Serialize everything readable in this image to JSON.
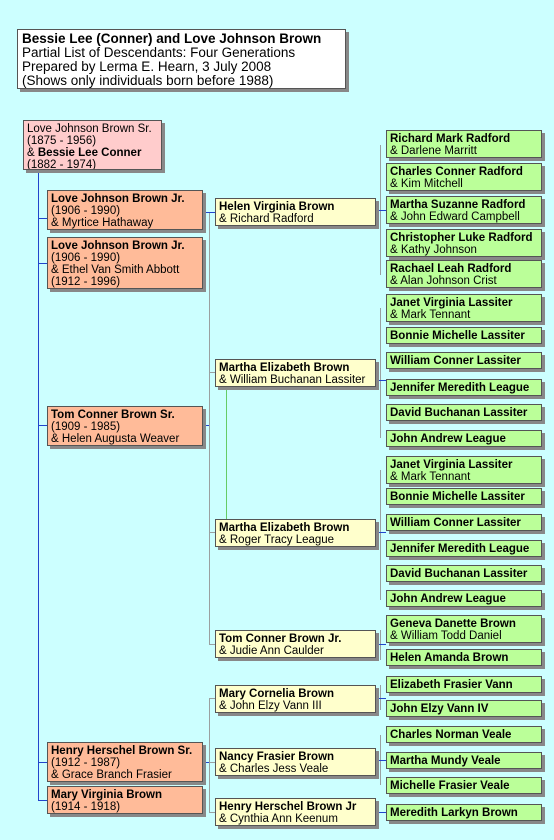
{
  "header": {
    "title": "Bessie Lee (Conner) and Love Johnson Brown",
    "line1": "Partial List of Descendants: Four Generations",
    "line2": "Prepared by Lerma E. Hearn, 3 July 2008",
    "line3": "(Shows only individuals born before 1988)"
  },
  "root": {
    "name": "Love Johnson Brown Sr.",
    "dates": "(1875 - 1956)",
    "spouse_prefix": "& ",
    "spouse": "Bessie Lee Conner",
    "spouse_dates": "(1882 - 1974)"
  },
  "gen1": [
    {
      "name": "Love Johnson Brown Jr.",
      "dates": "(1906 - 1990)",
      "spouse": "& Myrtice Hathaway"
    },
    {
      "name": "Love Johnson Brown Jr.",
      "dates": "(1906 - 1990)",
      "spouse": "& Ethel Van Smith Abbott",
      "spouse_dates": "(1912 - 1996)"
    },
    {
      "name": "Tom Conner Brown Sr.",
      "dates": "(1909 - 1985)",
      "spouse": "& Helen Augusta Weaver"
    },
    {
      "name": "Henry Herschel Brown Sr.",
      "dates": "(1912 - 1987)",
      "spouse": "& Grace Branch Frasier"
    },
    {
      "name": "Mary Virginia Brown",
      "dates": "(1914 - 1918)"
    }
  ],
  "gen2": [
    {
      "name": "Helen Virginia Brown",
      "spouse": "& Richard Radford"
    },
    {
      "name": "Martha Elizabeth Brown",
      "spouse": "& William Buchanan Lassiter"
    },
    {
      "name": "Martha Elizabeth Brown",
      "spouse": "& Roger Tracy League"
    },
    {
      "name": "Tom Conner Brown Jr.",
      "spouse": "& Judie Ann Caulder"
    },
    {
      "name": "Mary Cornelia Brown",
      "spouse": "& John Elzy Vann III"
    },
    {
      "name": "Nancy Frasier Brown",
      "spouse": "& Charles Jess Veale"
    },
    {
      "name": "Henry Herschel Brown Jr",
      "spouse": "& Cynthia Ann Keenum"
    }
  ],
  "gen3": [
    {
      "name": "Richard Mark Radford",
      "spouse": "& Darlene Marritt"
    },
    {
      "name": "Charles Conner Radford",
      "spouse": "& Kim Mitchell"
    },
    {
      "name": "Martha Suzanne Radford",
      "spouse": "& John Edward Campbell"
    },
    {
      "name": "Christopher Luke Radford",
      "spouse": "& Kathy Johnson"
    },
    {
      "name": "Rachael Leah Radford",
      "spouse": "& Alan Johnson Crist"
    },
    {
      "name": "Janet Virginia Lassiter",
      "spouse": "& Mark Tennant"
    },
    {
      "name": "Bonnie Michelle Lassiter"
    },
    {
      "name": "William Conner Lassiter"
    },
    {
      "name": "Jennifer Meredith League"
    },
    {
      "name": "David Buchanan Lassiter"
    },
    {
      "name": "John Andrew League"
    },
    {
      "name": "Janet Virginia Lassiter",
      "spouse": "& Mark Tennant"
    },
    {
      "name": "Bonnie Michelle Lassiter"
    },
    {
      "name": "William Conner Lassiter"
    },
    {
      "name": "Jennifer Meredith League"
    },
    {
      "name": "David Buchanan Lassiter"
    },
    {
      "name": "John Andrew League"
    },
    {
      "name": "Geneva Danette Brown",
      "spouse": "& William Todd Daniel"
    },
    {
      "name": "Helen Amanda Brown"
    },
    {
      "name": "Elizabeth Frasier Vann"
    },
    {
      "name": "John Elzy Vann IV"
    },
    {
      "name": "Charles Norman Veale"
    },
    {
      "name": "Martha Mundy Veale"
    },
    {
      "name": "Michelle Frasier Veale"
    },
    {
      "name": "Meredith Larkyn Brown"
    }
  ]
}
